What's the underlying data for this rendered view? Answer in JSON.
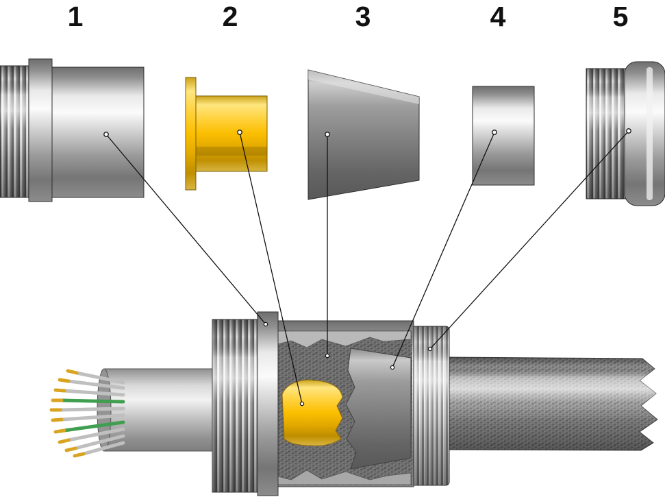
{
  "figure": {
    "kind": "exploded-assembly-diagram",
    "description": "Exploded view of a five-part cable gland connector above its assembled state on a braided shielded cable"
  },
  "labels": {
    "part1": "1",
    "part2": "2",
    "part3": "3",
    "part4": "4",
    "part5": "5"
  },
  "colors": {
    "background": "#ffffff",
    "leader_line": "#111111",
    "metal_light": "#ededed",
    "metal_dark": "#5f5f5f",
    "brass_yellow": "#fbbf00",
    "wire_gray": "#bfbfbf",
    "wire_green": "#3f9e4f",
    "wire_contact_gold": "#d9a520"
  }
}
